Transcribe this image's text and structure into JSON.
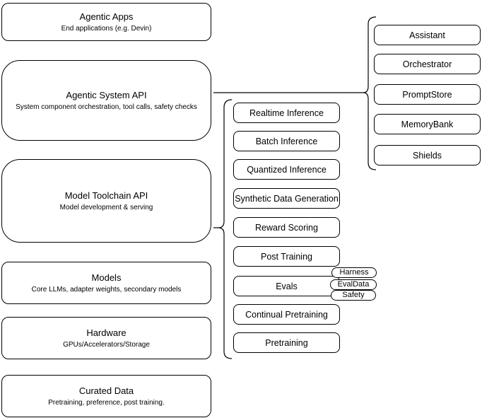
{
  "diagram": {
    "layers": [
      {
        "title": "Agentic Apps",
        "subtitle": "End applications (e.g. Devin)"
      },
      {
        "title": "Agentic System API",
        "subtitle": "System component orchestration, tool calls, safety checks"
      },
      {
        "title": "Model Toolchain API",
        "subtitle": "Model development & serving"
      },
      {
        "title": "Models",
        "subtitle": "Core LLMs, adapter weights, secondary models"
      },
      {
        "title": "Hardware",
        "subtitle": "GPUs/Accelerators/Storage"
      },
      {
        "title": "Curated Data",
        "subtitle": "Pretraining, preference, post training."
      }
    ],
    "toolchain_services": {
      "items": [
        "Realtime Inference",
        "Batch Inference",
        "Quantized Inference",
        "Synthetic Data Generation",
        "Reward Scoring",
        "Post Training",
        "Evals",
        "Continual Pretraining",
        "Pretraining"
      ]
    },
    "eval_tags": [
      "Harness",
      "EvalData",
      "Safety"
    ],
    "system_components": [
      "Assistant",
      "Orchestrator",
      "PromptStore",
      "MemoryBank",
      "Shields"
    ],
    "colors": {
      "stroke": "#000000",
      "background": "#ffffff"
    }
  }
}
